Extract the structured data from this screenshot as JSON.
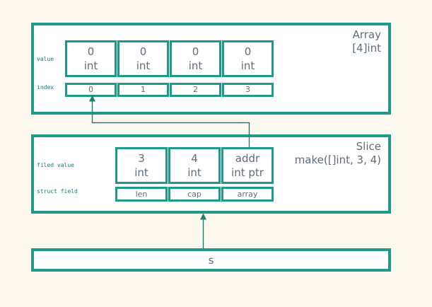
{
  "colors": {
    "teal_border": "#1f9a8a",
    "label_teal": "#0e8577",
    "text_gray": "#5f6b7c",
    "background": "#fdf9ee",
    "box_fill": "#ffffff",
    "arrow": "#1a8170"
  },
  "array_box": {
    "title": "Array",
    "subtitle": "[4]int",
    "value_row_label": "value",
    "index_row_label": "index",
    "cells": [
      {
        "value": "0",
        "type": "int"
      },
      {
        "value": "0",
        "type": "int"
      },
      {
        "value": "0",
        "type": "int"
      },
      {
        "value": "0",
        "type": "int"
      }
    ],
    "indexes": [
      "0",
      "1",
      "2",
      "3"
    ]
  },
  "slice_box": {
    "title": "Slice",
    "subtitle": "make([]int, 3, 4)",
    "field_value_row_label": "filed value",
    "struct_field_row_label": "struct field",
    "cells": [
      {
        "value": "3",
        "type": "int"
      },
      {
        "value": "4",
        "type": "int"
      },
      {
        "value": "addr",
        "type": "int ptr"
      }
    ],
    "struct_fields": [
      "len",
      "cap",
      "array"
    ]
  },
  "s_box": {
    "label": "s"
  }
}
